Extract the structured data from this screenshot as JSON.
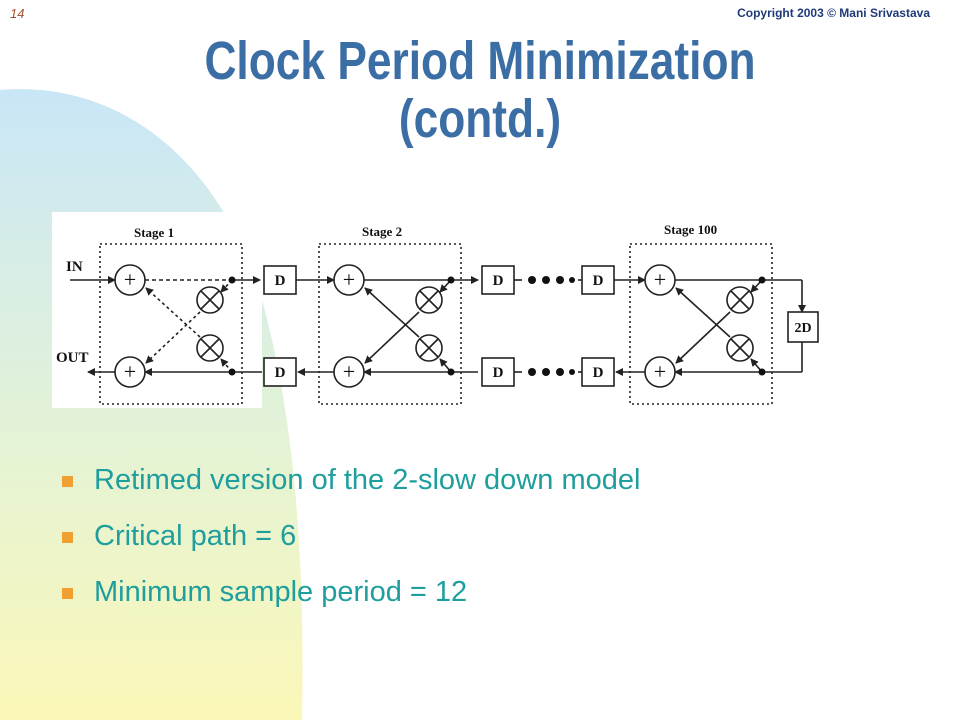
{
  "slide_number": "14",
  "copyright": "Copyright 2003 © Mani Srivastava",
  "title": {
    "line1": "Clock Period Minimization",
    "line2": "(contd.)"
  },
  "diagram": {
    "stage_labels": [
      "Stage 1",
      "Stage 2",
      "Stage 100"
    ],
    "in_label": "IN",
    "out_label": "OUT",
    "delay_label": "D",
    "double_delay_label": "2D",
    "adder_glyph": "+"
  },
  "bullets": [
    "Retimed version of the 2-slow down model",
    "Critical path = 6",
    "Minimum sample period = 12"
  ],
  "colors": {
    "title": "#3a6ea5",
    "bullet_text": "#1f9e9e",
    "bullet_marker": "#f0a030",
    "slide_number": "#a0522d",
    "copyright": "#1f3a7a"
  }
}
